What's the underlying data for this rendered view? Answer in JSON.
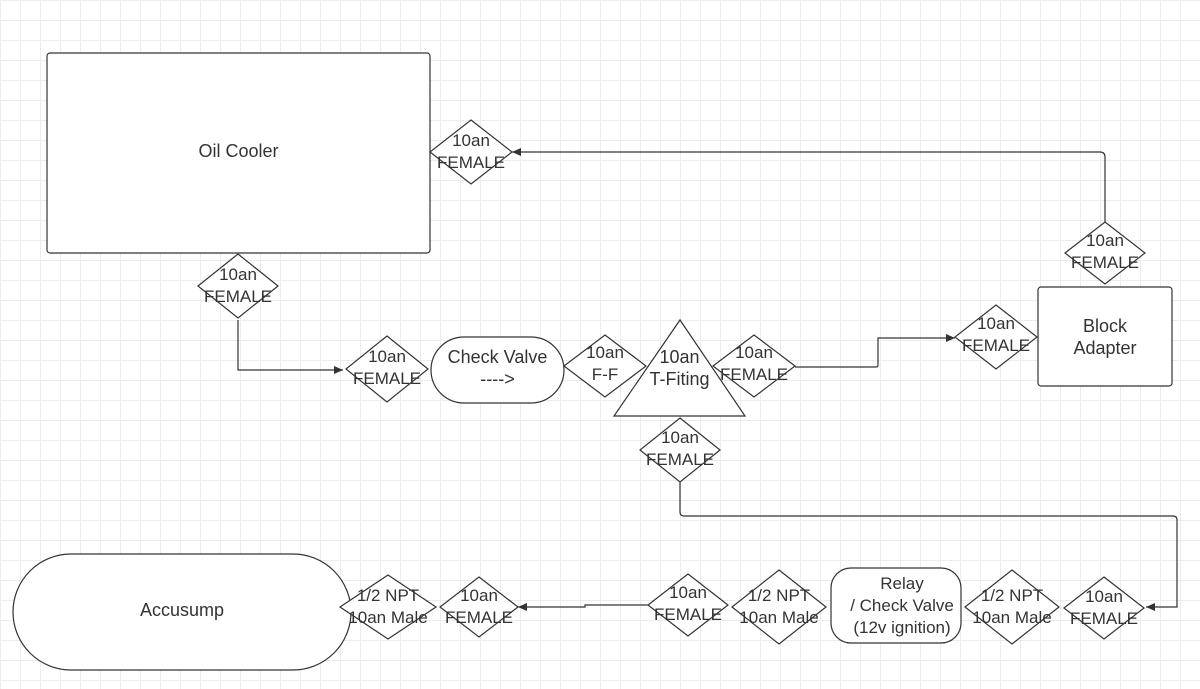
{
  "nodes": {
    "oil_cooler": "Oil Cooler",
    "block_adapter": [
      "Block",
      "Adapter"
    ],
    "check_valve": [
      "Check Valve",
      "---->"
    ],
    "t_fitting": [
      "10an",
      "T-Fiting"
    ],
    "accusump": "Accusump",
    "relay": [
      "Relay",
      "/ Check Valve",
      "(12v ignition)"
    ]
  },
  "fittings": {
    "female": [
      "10an",
      "FEMALE"
    ],
    "ff": [
      "10an",
      "F-F"
    ],
    "npt_male": [
      "1/2 NPT",
      "10an Male"
    ]
  },
  "colors": {
    "stroke": "#333333",
    "grid": "#ececec",
    "background": "#ffffff"
  }
}
